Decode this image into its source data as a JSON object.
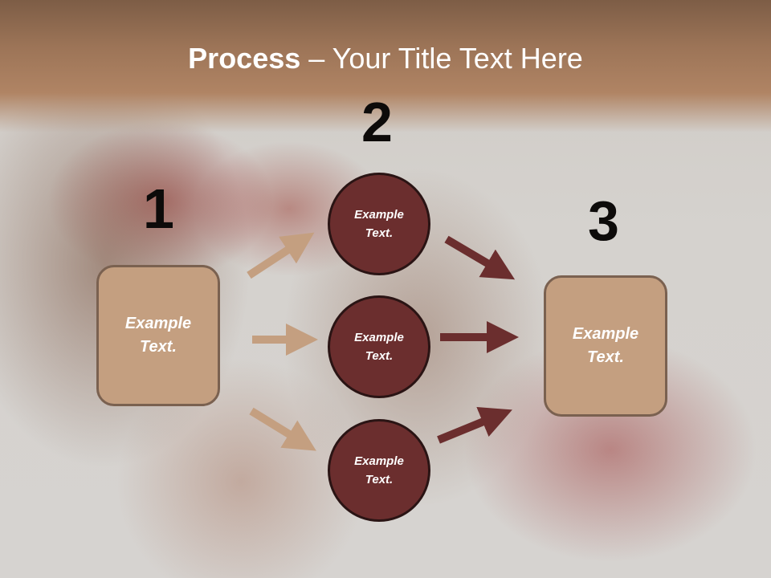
{
  "slide": {
    "title_bold": "Process",
    "title_rest": " – Your Title Text Here",
    "step_numbers": [
      "1",
      "2",
      "3"
    ],
    "left_box": {
      "label": "Example Text."
    },
    "right_box": {
      "label": "Example Text."
    },
    "circles": [
      {
        "label": "Example Text."
      },
      {
        "label": "Example Text."
      },
      {
        "label": "Example Text."
      }
    ]
  },
  "colors": {
    "header": "#a07a5c",
    "box_fill": "#c49f80",
    "circle_fill": "#6b2e2e",
    "light_arrow": "#c49f80",
    "dark_arrow": "#6b2e2e"
  }
}
